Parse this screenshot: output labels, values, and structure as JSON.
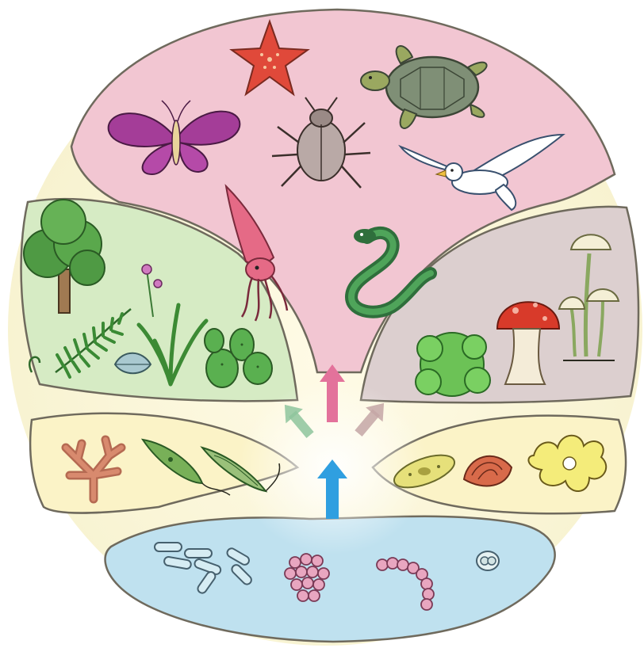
{
  "diagram": {
    "kind": "tree-of-life-illustration",
    "colors": {
      "background_glow": "#f7f2cf",
      "animals": "#f2c6d2",
      "plants": "#d6ebc4",
      "fungi": "#dccfcf",
      "protists": "#fbf3c7",
      "bacteria": "#bfe1ef",
      "arrow_center": "#e3729b",
      "arrow_left": "#8ec49c",
      "arrow_right": "#c4a6a6",
      "arrow_bottom": "#2f9fe0",
      "outline": "#6f6a5d"
    },
    "regions": [
      {
        "name": "animals",
        "organisms": [
          "starfish-icon",
          "turtle-icon",
          "butterfly-icon",
          "beetle-icon",
          "bird-icon",
          "squid-icon",
          "snake-icon"
        ]
      },
      {
        "name": "plants",
        "organisms": [
          "tree-icon",
          "fern-icon",
          "grass-icon",
          "flower-icon",
          "cactus-icon",
          "leaf-icon"
        ]
      },
      {
        "name": "fungi",
        "organisms": [
          "lichen-icon",
          "red-mushroom-icon",
          "small-mushrooms-icon"
        ]
      },
      {
        "name": "protists-left",
        "organisms": [
          "algae-icon",
          "euglena-icon",
          "flagellate-icon"
        ]
      },
      {
        "name": "protists-right",
        "organisms": [
          "paramecium-icon",
          "foraminifera-icon",
          "amoeba-icon"
        ]
      },
      {
        "name": "bacteria",
        "organisms": [
          "rod-bacteria-icon",
          "cocci-cluster-icon",
          "cocci-chain-icon",
          "diplococcus-icon"
        ]
      }
    ]
  }
}
